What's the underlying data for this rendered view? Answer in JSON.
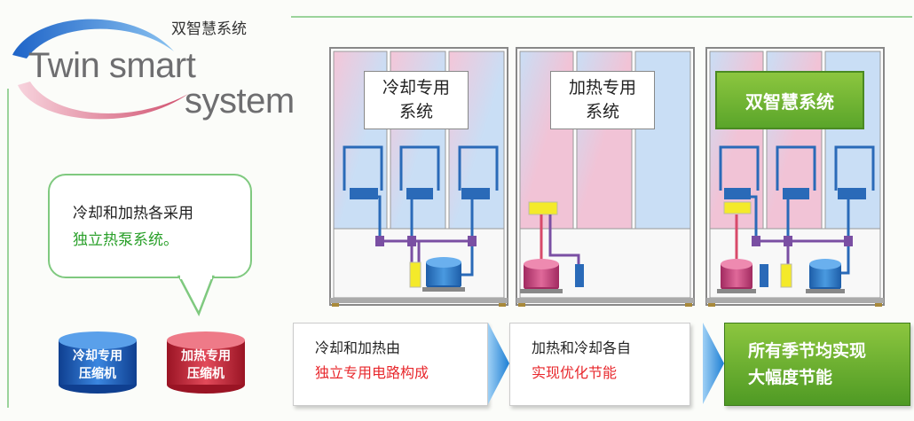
{
  "header": {
    "subtitle": "双智慧系统",
    "logo_line1": "Twin smart",
    "logo_line2": "system"
  },
  "bubble": {
    "line1": "冷却和加热各采用",
    "line2": "独立热泵系统。"
  },
  "compressors": [
    {
      "line1": "冷却专用",
      "line2": "压缩机",
      "color": "#1e5fc0"
    },
    {
      "line1": "加热专用",
      "line2": "压缩机",
      "color": "#d12a3a"
    }
  ],
  "panels": [
    {
      "label_line1": "冷却专用",
      "label_line2": "系统"
    },
    {
      "label_line1": "加热专用",
      "label_line2": "系统"
    },
    {
      "label": "双智慧系统"
    }
  ],
  "flow": [
    {
      "line1": "冷却和加热由",
      "line2": "独立专用电路构成"
    },
    {
      "line1": "加热和冷却各自",
      "line2": "实现优化节能"
    },
    {
      "line1": "所有季节均实现",
      "line2": "大幅度节能"
    }
  ],
  "colors": {
    "accent_green": "#7fc97f",
    "cool_blue": "#c9def5",
    "heat_pink": "#f1c3d6",
    "pipe_blue": "#2a6ab8",
    "pipe_purple": "#7a4fa3",
    "valve_yellow": "#f4ea2a",
    "red_text": "#e8282d"
  }
}
